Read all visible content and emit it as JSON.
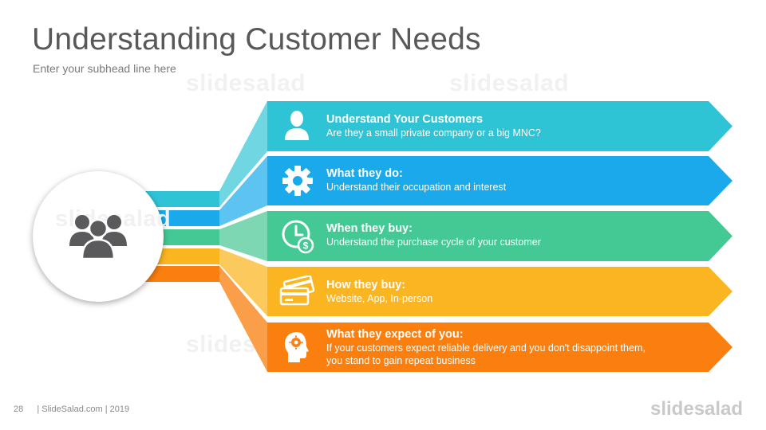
{
  "slide": {
    "title": "Understanding Customer Needs",
    "subtitle": "Enter your subhead line here"
  },
  "watermark": "slidesalad",
  "center": {
    "icon": "group-users-icon"
  },
  "rows": [
    {
      "title": "Understand Your Customers",
      "desc": [
        "Are they a small private company or a big MNC?"
      ],
      "icon": "user-icon",
      "color": "#2ec4d6"
    },
    {
      "title": "What they do:",
      "desc": [
        "Understand their occupation and interest"
      ],
      "icon": "gear-icon",
      "color": "#1aa9ea"
    },
    {
      "title": "When they buy:",
      "desc": [
        "Understand the purchase cycle of your customer"
      ],
      "icon": "clock-dollar-icon",
      "color": "#44c995"
    },
    {
      "title": "How they buy:",
      "desc": [
        "Website, App, In-person"
      ],
      "icon": "credit-cards-icon",
      "color": "#fbb521"
    },
    {
      "title": "What they expect of you:",
      "desc": [
        "If your customers expect reliable delivery and you don't disappoint them,",
        "you stand to gain repeat business"
      ],
      "icon": "head-gear-icon",
      "color": "#fa7f0f"
    }
  ],
  "footer": {
    "page": "28",
    "text": "| SlideSalad.com | 2019"
  },
  "brand": "slidesalad"
}
